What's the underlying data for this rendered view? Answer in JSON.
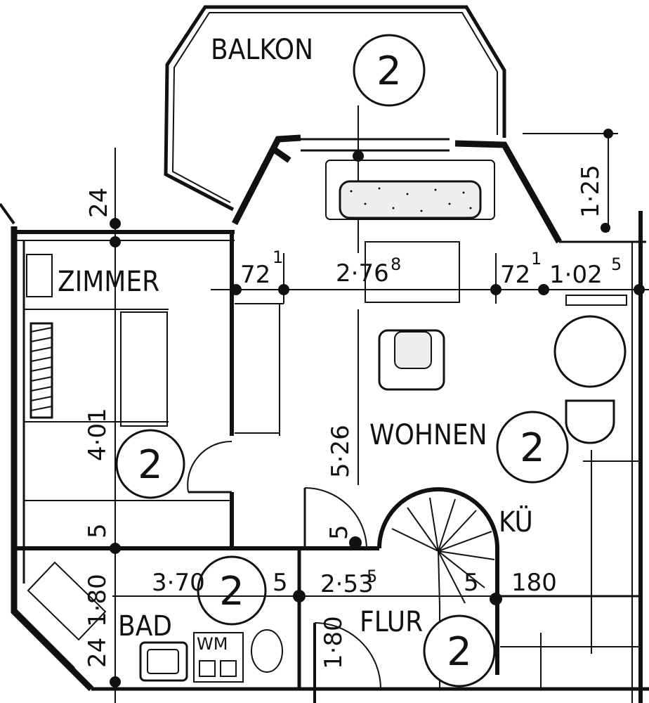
{
  "plan": {
    "rooms": {
      "balkon": "BALKON",
      "zimmer": "ZIMMER",
      "wohnen": "WOHNEN",
      "kueche": "KÜ",
      "bad": "BAD",
      "flur": "FLUR"
    },
    "markers": {
      "balkon": "2",
      "zimmer": "2",
      "wohnen": "2",
      "bad": "2",
      "flur": "2"
    },
    "dimensions": {
      "d_125": "1·25",
      "d_24_top": "24",
      "d_72a": "72",
      "d_72a_sup": "1",
      "d_276": "2·76",
      "d_276_sup": "8",
      "d_72b": "72",
      "d_72b_sup": "1",
      "d_102": "1·02",
      "d_102_sup": "5",
      "d_401": "4·01",
      "d_526": "5·26",
      "d_5_left": "5",
      "d_5_mid": "5",
      "d_370": "3·70",
      "d_5_bad": "5",
      "d_253": "2·53",
      "d_253_sup": "5",
      "d_5_stair": "5",
      "d_180": "180",
      "d_180_bad": "1·80",
      "d_24_bad": "24",
      "d_180_flur": "1·80"
    },
    "labels": {
      "wm": "WM"
    }
  }
}
